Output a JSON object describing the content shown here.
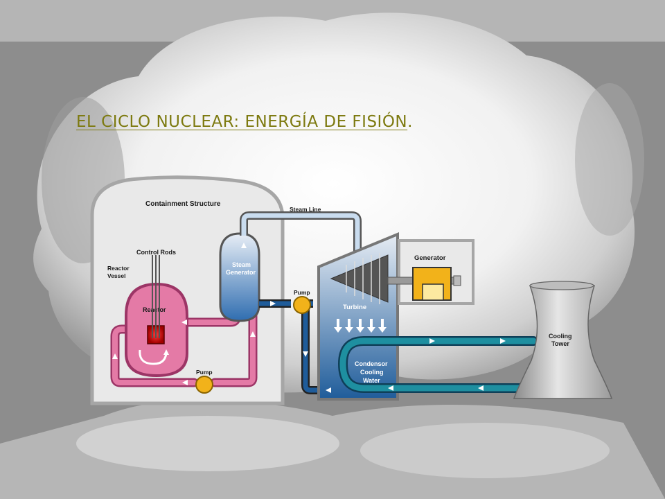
{
  "slide": {
    "title_main": "EL CICLO NUCLEAR: ENERGÍA DE FISIÓN",
    "title_end": "."
  },
  "diagram": {
    "containment": "Containment Structure",
    "control_rods": "Control Rods",
    "reactor_vessel_1": "Reactor",
    "reactor_vessel_2": "Vessel",
    "reactor": "Reactor",
    "steam_gen_1": "Steam",
    "steam_gen_2": "Generator",
    "steam_line": "Steam Line",
    "pump_top": "Pump",
    "pump_bottom": "Pump",
    "generator": "Generator",
    "turbine": "Turbine",
    "condensor_1": "Condensor",
    "condensor_2": "Cooling",
    "condensor_3": "Water",
    "cooling_tower_1": "Cooling",
    "cooling_tower_2": "Tower"
  },
  "colors": {
    "title": "#7d7a10",
    "primary_loop": "#e47aa6",
    "reactor_core": "#d84a84",
    "steam_line": "#c9dcef",
    "feed_water": "#1f5c9a",
    "cooling_water": "#1e8fa0",
    "pump": "#f2b21a",
    "generator": "#f2b21a"
  }
}
